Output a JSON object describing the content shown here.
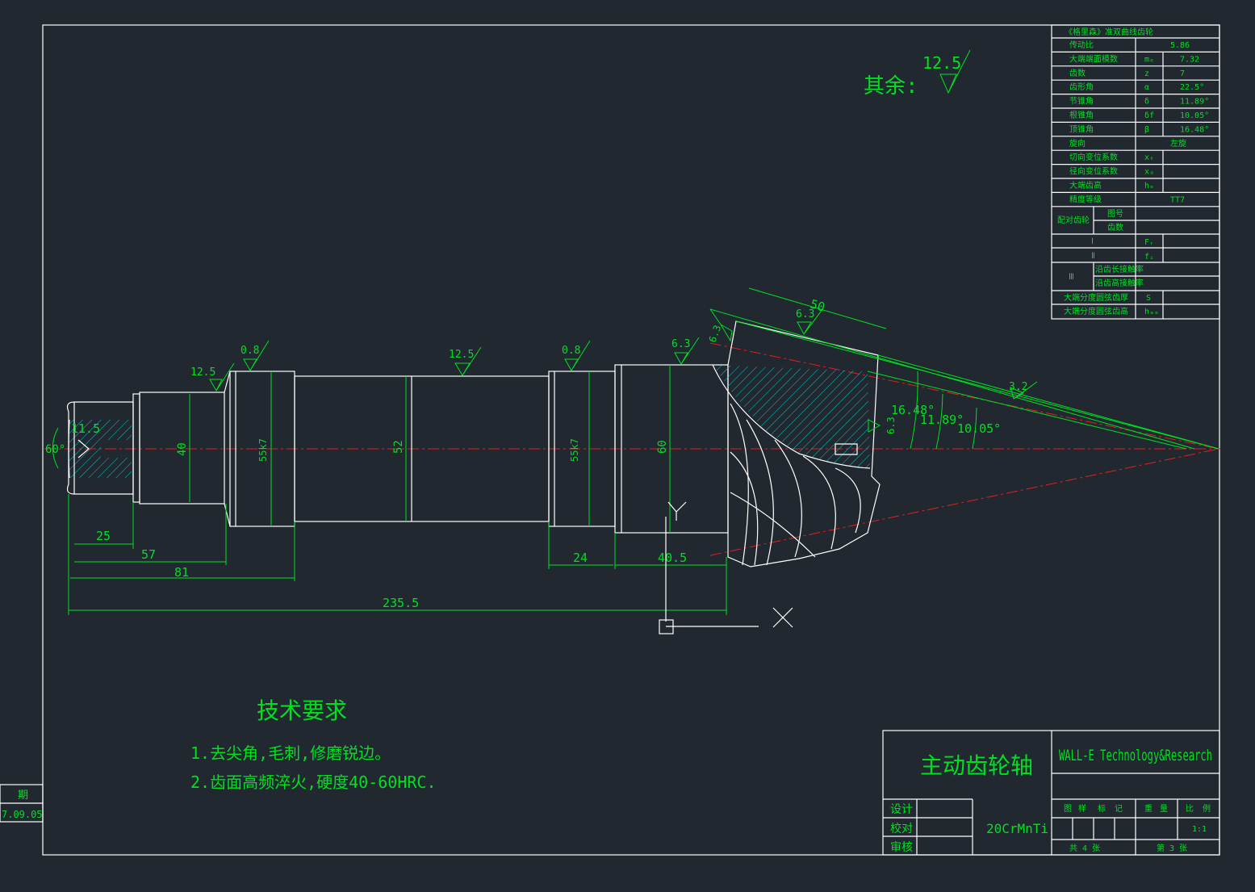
{
  "roughness_note": {
    "label": "其余:",
    "value": "12.5"
  },
  "surface_finish": {
    "s1": "12.5",
    "s2": "0.8",
    "s3": "12.5",
    "s4": "0.8",
    "s5": "6.3",
    "s6": "6.3",
    "s7": "6.3",
    "s8": "3.2",
    "s9": "6.3"
  },
  "dimensions": {
    "d_115": "11.5",
    "d_60deg": "60°",
    "d_40": "40",
    "d_55k7_a": "55k7",
    "d_52": "52",
    "d_55k7_b": "55k7",
    "d_60": "60",
    "d_25": "25",
    "d_57": "57",
    "d_81": "81",
    "d_2355": "235.5",
    "d_24": "24",
    "d_405": "40.5",
    "d_50": "50",
    "a_1648": "16.48°",
    "a_1189": "11.89°",
    "a_1005": "10.05°"
  },
  "tech_requirements": {
    "title": "技术要求",
    "item1": "1.去尖角,毛刺,修磨锐边。",
    "item2": "2.齿面高频淬火,硬度40-60HRC."
  },
  "gear_table": {
    "title": "《格里森》准双曲线齿轮",
    "rows": [
      {
        "name": "传动比",
        "sym": "",
        "val": "5.86"
      },
      {
        "name": "大端端面模数",
        "sym": "mₑ",
        "val": "7.32"
      },
      {
        "name": "齿数",
        "sym": "z",
        "val": "7"
      },
      {
        "name": "齿形角",
        "sym": "α",
        "val": "22.5°"
      },
      {
        "name": "节锥角",
        "sym": "δ",
        "val": "11.89°"
      },
      {
        "name": "根锥角",
        "sym": "δf",
        "val": "10.05°"
      },
      {
        "name": "顶锥角",
        "sym": "β",
        "val": "16.48°"
      },
      {
        "name": "旋向",
        "sym": "",
        "val": "左旋"
      },
      {
        "name": "切向变位系数",
        "sym": "xₜ",
        "val": ""
      },
      {
        "name": "径向变位系数",
        "sym": "xₐ",
        "val": ""
      },
      {
        "name": "大端齿高",
        "sym": "hₑ",
        "val": ""
      },
      {
        "name": "精度等级",
        "sym": "",
        "val": "TT7"
      }
    ],
    "pair": {
      "label": "配对齿轮",
      "r1": "图号",
      "r2": "齿数"
    },
    "group1": {
      "label": "Ⅰ",
      "sym": "Fᵣ"
    },
    "group2": {
      "label": "Ⅱ",
      "sym": "fᵢ"
    },
    "group3": {
      "label": "Ⅲ",
      "r1": "沿齿长接触率",
      "r2": "沿齿高接触率"
    },
    "last": [
      {
        "name": "大端分度圆弦齿厚",
        "sym": "S"
      },
      {
        "name": "大端分度圆弦齿高",
        "sym": "hₐₑ"
      }
    ]
  },
  "title_block": {
    "part_name": "主动齿轮轴",
    "company": "WALL-E Technology&Research",
    "material": "20CrMnTi",
    "roles": [
      "设计",
      "校对",
      "审核"
    ],
    "headers": [
      "图",
      "样",
      "标",
      "记",
      "重",
      "量",
      "比",
      "例"
    ],
    "scale": "1:1",
    "sheets_total": "共 4 张",
    "sheet_no": "第 3 张"
  },
  "side_stamp": {
    "label": "期",
    "date": "7.09.05"
  },
  "ucs": {
    "y_label": "Y"
  }
}
